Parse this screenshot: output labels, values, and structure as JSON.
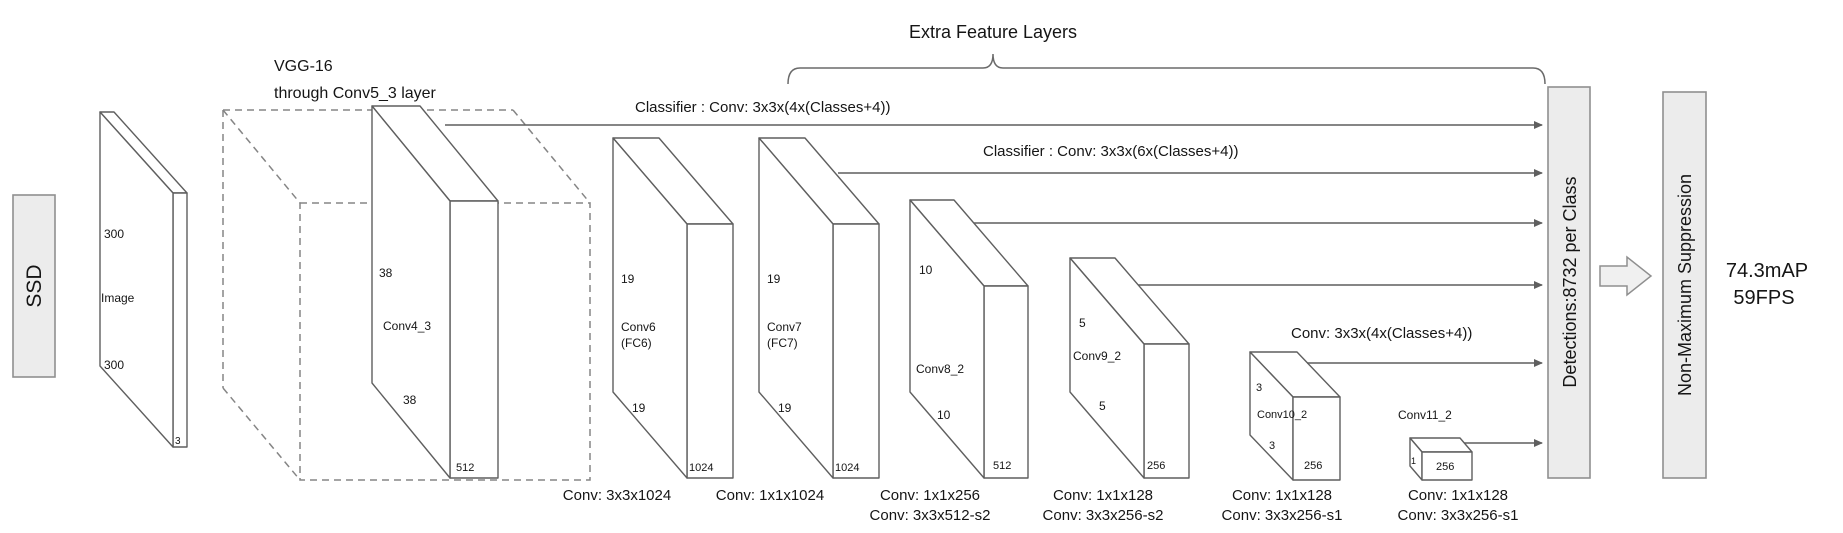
{
  "title": {
    "extra_feature_layers": "Extra Feature Layers"
  },
  "ssd": "SSD",
  "vgg": {
    "line1": "VGG-16",
    "line2": "through Conv5_3 layer"
  },
  "input": {
    "h": "300",
    "name": "Image",
    "w": "300",
    "c": "3"
  },
  "conv4_3": {
    "h": "38",
    "name": "Conv4_3",
    "w": "38",
    "c": "512"
  },
  "conv6": {
    "h": "19",
    "name": "Conv6",
    "sub": "(FC6)",
    "w": "19",
    "c": "1024"
  },
  "conv7": {
    "h": "19",
    "name": "Conv7",
    "sub": "(FC7)",
    "w": "19",
    "c": "1024"
  },
  "conv8_2": {
    "h": "10",
    "name": "Conv8_2",
    "w": "10",
    "c": "512"
  },
  "conv9_2": {
    "h": "5",
    "name": "Conv9_2",
    "w": "5",
    "c": "256"
  },
  "conv10_2": {
    "h": "3",
    "name": "Conv10_2",
    "w": "3",
    "c": "256"
  },
  "conv11_2": {
    "name": "Conv11_2",
    "h": "1",
    "c": "256"
  },
  "classifier1": "Classifier : Conv: 3x3x(4x(Classes+4))",
  "classifier2": "Classifier : Conv: 3x3x(6x(Classes+4))",
  "classifier3": "Conv: 3x3x(4x(Classes+4))",
  "ops": {
    "g1": "Conv: 3x3x1024",
    "g2": "Conv: 1x1x1024",
    "g3a": "Conv: 1x1x256",
    "g3b": "Conv: 3x3x512-s2",
    "g4a": "Conv: 1x1x128",
    "g4b": "Conv: 3x3x256-s2",
    "g5a": "Conv: 1x1x128",
    "g5b": "Conv: 3x3x256-s1",
    "g6a": "Conv: 1x1x128",
    "g6b": "Conv: 3x3x256-s1"
  },
  "detections": "Detections:8732  per Class",
  "nms": "Non-Maximum Suppression",
  "results": {
    "map": "74.3mAP",
    "fps": "59FPS"
  },
  "colors": {
    "panel_fill": "#ececec",
    "panel_border": "#8f8f8f",
    "line": "#5f5f5f",
    "text": "#151515"
  }
}
